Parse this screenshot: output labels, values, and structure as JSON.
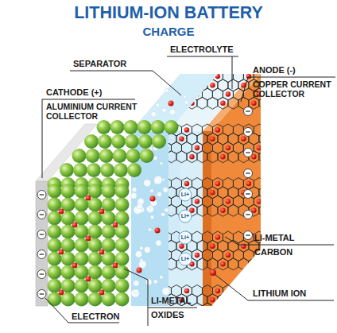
{
  "diagram": {
    "title": "LITHIUM-ION BATTERY",
    "labels": [
      "CHARGE",
      "SEPARATOR",
      "ELECTROLYTE",
      "ANODE (-)",
      "COPPER CURRENT COLLECTOR",
      "CATHODE (+)",
      "ALUMINIUM CURRENT COLLECTOR",
      "Li+",
      "Li+",
      "Li+",
      "Li+",
      "LI-METAL",
      "CARBON",
      "LITHIUM ION",
      "ELECTRON",
      "LI-METAL",
      "OXIDES"
    ]
  }
}
